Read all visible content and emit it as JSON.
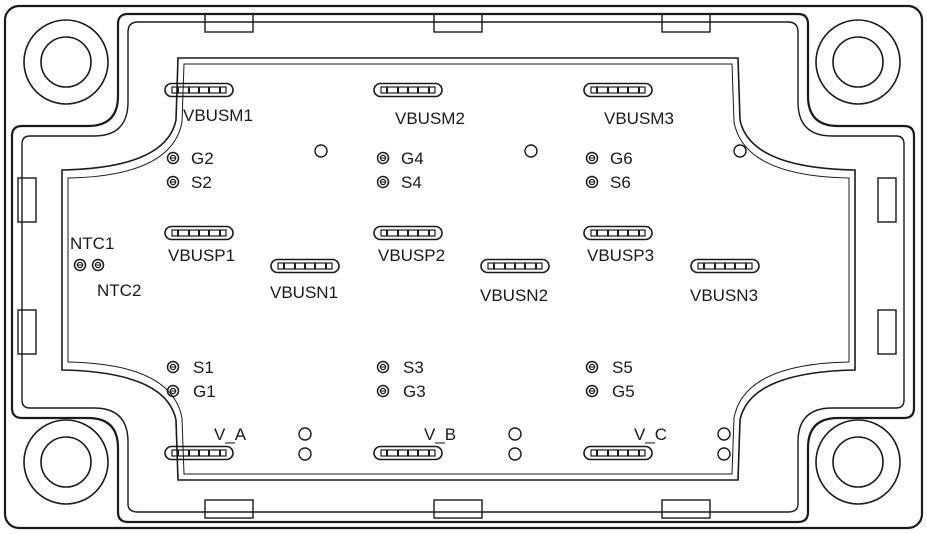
{
  "diagram": {
    "line_color": "#1a1a1a",
    "background": "#ffffff"
  },
  "busbar_labels": {
    "vbusm1": "VBUSM1",
    "vbusm2": "VBUSM2",
    "vbusm3": "VBUSM3",
    "vbusp1": "VBUSP1",
    "vbusp2": "VBUSP2",
    "vbusp3": "VBUSP3",
    "vbusn1": "VBUSN1",
    "vbusn2": "VBUSN2",
    "vbusn3": "VBUSN3"
  },
  "output_labels": {
    "v_a": "V_A",
    "v_b": "V_B",
    "v_c": "V_C"
  },
  "pin_labels": {
    "g1": "G1",
    "g2": "G2",
    "g3": "G3",
    "g4": "G4",
    "g5": "G5",
    "g6": "G6",
    "s1": "S1",
    "s2": "S2",
    "s3": "S3",
    "s4": "S4",
    "s5": "S5",
    "s6": "S6",
    "ntc1": "NTC1",
    "ntc2": "NTC2"
  }
}
